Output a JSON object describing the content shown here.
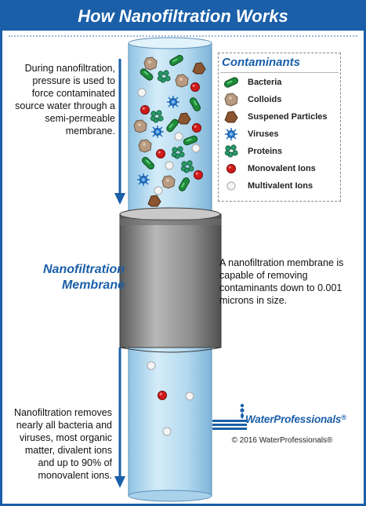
{
  "title": "How Nanofiltration Works",
  "intro_text": "During nanofiltration, pressure is used to force contaminated source water through a semi-permeable membrane.",
  "membrane_label": "Nanofiltration Membrane",
  "membrane_note": "A nanofiltration membrane is capable of removing contaminants down to 0.001 microns in size.",
  "removal_text": "Nanofiltration removes nearly all bacteria and viruses, most organic matter, divalent ions and up to 90% of monovalent ions.",
  "legend": {
    "title": "Contaminants",
    "items": [
      {
        "label": "Bacteria",
        "icon": "bacteria-icon",
        "color": "#1e8a3a"
      },
      {
        "label": "Colloids",
        "icon": "colloid-icon",
        "color": "#b89a80"
      },
      {
        "label": "Suspened Particles",
        "icon": "suspended-particle-icon",
        "color": "#8a5530"
      },
      {
        "label": "Viruses",
        "icon": "virus-icon",
        "color": "#2a7ad0"
      },
      {
        "label": "Proteins",
        "icon": "protein-icon",
        "color": "#2a9a6a"
      },
      {
        "label": "Monovalent Ions",
        "icon": "monovalent-ion-icon",
        "color": "#d01a1a"
      },
      {
        "label": "Multivalent Ions",
        "icon": "multivalent-ion-icon",
        "color": "#f4f4f4"
      }
    ]
  },
  "logo": {
    "wordmark": "WaterProfessionals",
    "registered_mark": "®"
  },
  "copyright": "© 2016 WaterProfessionals®",
  "colors": {
    "brand_blue": "#1a5fa8",
    "pipe_blue": "#b9dcf0",
    "membrane_gray": "#8a8a8a"
  }
}
